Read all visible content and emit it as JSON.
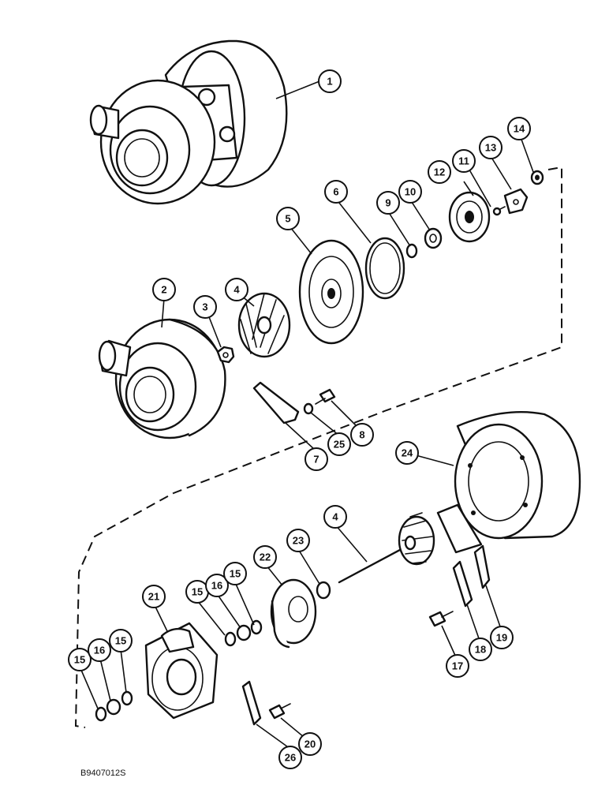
{
  "drawing": {
    "reference": "B9407012S"
  },
  "callouts": [
    {
      "id": "c1",
      "label": "1"
    },
    {
      "id": "c2",
      "label": "2"
    },
    {
      "id": "c3",
      "label": "3"
    },
    {
      "id": "c4a",
      "label": "4"
    },
    {
      "id": "c5",
      "label": "5"
    },
    {
      "id": "c6",
      "label": "6"
    },
    {
      "id": "c7",
      "label": "7"
    },
    {
      "id": "c8",
      "label": "8"
    },
    {
      "id": "c9",
      "label": "9"
    },
    {
      "id": "c10",
      "label": "10"
    },
    {
      "id": "c11",
      "label": "11"
    },
    {
      "id": "c12",
      "label": "12"
    },
    {
      "id": "c13",
      "label": "13"
    },
    {
      "id": "c14",
      "label": "14"
    },
    {
      "id": "c25",
      "label": "25"
    },
    {
      "id": "c24",
      "label": "24"
    },
    {
      "id": "c4b",
      "label": "4"
    },
    {
      "id": "c23",
      "label": "23"
    },
    {
      "id": "c22",
      "label": "22"
    },
    {
      "id": "c21",
      "label": "21"
    },
    {
      "id": "c15a",
      "label": "15"
    },
    {
      "id": "c16a",
      "label": "16"
    },
    {
      "id": "c15b",
      "label": "15"
    },
    {
      "id": "c15c",
      "label": "15"
    },
    {
      "id": "c16b",
      "label": "16"
    },
    {
      "id": "c15d",
      "label": "15"
    },
    {
      "id": "c17",
      "label": "17"
    },
    {
      "id": "c18",
      "label": "18"
    },
    {
      "id": "c19",
      "label": "19"
    },
    {
      "id": "c20",
      "label": "20"
    },
    {
      "id": "c26",
      "label": "26"
    }
  ]
}
